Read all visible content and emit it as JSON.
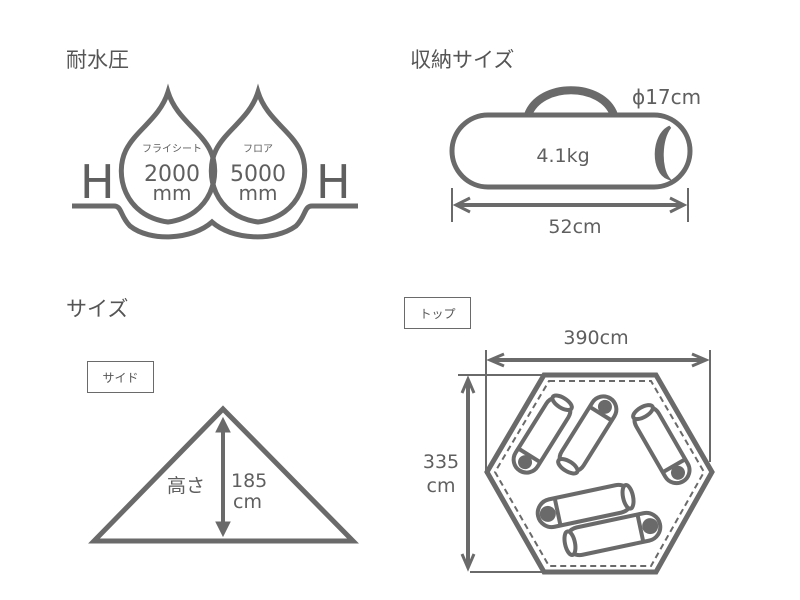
{
  "sections": {
    "water_pressure": {
      "title": "耐水圧",
      "left_letter": "H",
      "right_letter": "H",
      "drops": [
        {
          "label": "フライシート",
          "value": "2000",
          "unit": "mm"
        },
        {
          "label": "フロア",
          "value": "5000",
          "unit": "mm"
        }
      ]
    },
    "storage_size": {
      "title": "収納サイズ",
      "weight": "4.1kg",
      "diameter": "ϕ17cm",
      "length": "52cm"
    },
    "size": {
      "title": "サイズ",
      "side": {
        "tag": "サイド",
        "height_label": "高さ",
        "height_value": "185",
        "height_unit": "cm"
      },
      "top": {
        "tag": "トップ",
        "width": "390cm",
        "depth_value": "335",
        "depth_unit": "cm"
      }
    }
  },
  "colors": {
    "stroke": "#6a6a6a",
    "text": "#5f5f5f"
  }
}
